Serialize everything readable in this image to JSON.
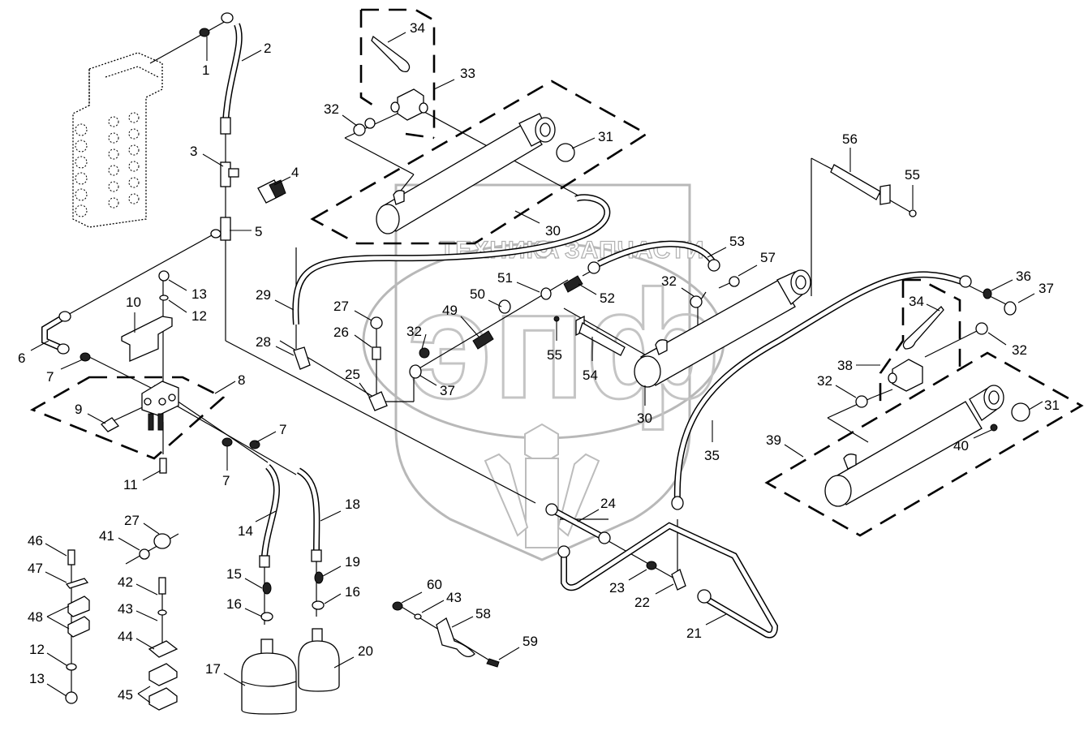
{
  "diagram": {
    "type": "exploded-parts-view",
    "subject": "hydraulic lines, valves and cylinders",
    "watermark": {
      "brand_letters": "эпф",
      "left_text": "ТЕХНИКА",
      "right_text": "ЗАПЧАСТИ",
      "icon": "gear-icon"
    },
    "callouts": [
      {
        "id": "c1",
        "label": "1"
      },
      {
        "id": "c2",
        "label": "2"
      },
      {
        "id": "c3",
        "label": "3"
      },
      {
        "id": "c4",
        "label": "4"
      },
      {
        "id": "c5",
        "label": "5"
      },
      {
        "id": "c6",
        "label": "6"
      },
      {
        "id": "c7a",
        "label": "7"
      },
      {
        "id": "c7b",
        "label": "7"
      },
      {
        "id": "c7c",
        "label": "7"
      },
      {
        "id": "c8",
        "label": "8"
      },
      {
        "id": "c9",
        "label": "9"
      },
      {
        "id": "c10",
        "label": "10"
      },
      {
        "id": "c11",
        "label": "11"
      },
      {
        "id": "c12a",
        "label": "12"
      },
      {
        "id": "c12b",
        "label": "12"
      },
      {
        "id": "c13a",
        "label": "13"
      },
      {
        "id": "c13b",
        "label": "13"
      },
      {
        "id": "c14",
        "label": "14"
      },
      {
        "id": "c15",
        "label": "15"
      },
      {
        "id": "c16a",
        "label": "16"
      },
      {
        "id": "c16b",
        "label": "16"
      },
      {
        "id": "c17",
        "label": "17"
      },
      {
        "id": "c18",
        "label": "18"
      },
      {
        "id": "c19",
        "label": "19"
      },
      {
        "id": "c20",
        "label": "20"
      },
      {
        "id": "c21",
        "label": "21"
      },
      {
        "id": "c22",
        "label": "22"
      },
      {
        "id": "c23",
        "label": "23"
      },
      {
        "id": "c24",
        "label": "24"
      },
      {
        "id": "c25",
        "label": "25"
      },
      {
        "id": "c26",
        "label": "26"
      },
      {
        "id": "c27a",
        "label": "27"
      },
      {
        "id": "c27b",
        "label": "27"
      },
      {
        "id": "c28",
        "label": "28"
      },
      {
        "id": "c29",
        "label": "29"
      },
      {
        "id": "c30a",
        "label": "30"
      },
      {
        "id": "c30b",
        "label": "30"
      },
      {
        "id": "c31a",
        "label": "31"
      },
      {
        "id": "c31b",
        "label": "31"
      },
      {
        "id": "c32a",
        "label": "32"
      },
      {
        "id": "c32b",
        "label": "32"
      },
      {
        "id": "c32c",
        "label": "32"
      },
      {
        "id": "c32d",
        "label": "32"
      },
      {
        "id": "c32e",
        "label": "32"
      },
      {
        "id": "c33",
        "label": "33"
      },
      {
        "id": "c34a",
        "label": "34"
      },
      {
        "id": "c34b",
        "label": "34"
      },
      {
        "id": "c35",
        "label": "35"
      },
      {
        "id": "c36",
        "label": "36"
      },
      {
        "id": "c37a",
        "label": "37"
      },
      {
        "id": "c37b",
        "label": "37"
      },
      {
        "id": "c38",
        "label": "38"
      },
      {
        "id": "c39",
        "label": "39"
      },
      {
        "id": "c40",
        "label": "40"
      },
      {
        "id": "c41",
        "label": "41"
      },
      {
        "id": "c42",
        "label": "42"
      },
      {
        "id": "c43a",
        "label": "43"
      },
      {
        "id": "c43b",
        "label": "43"
      },
      {
        "id": "c44",
        "label": "44"
      },
      {
        "id": "c45",
        "label": "45"
      },
      {
        "id": "c46",
        "label": "46"
      },
      {
        "id": "c47",
        "label": "47"
      },
      {
        "id": "c48",
        "label": "48"
      },
      {
        "id": "c49",
        "label": "49"
      },
      {
        "id": "c50",
        "label": "50"
      },
      {
        "id": "c51",
        "label": "51"
      },
      {
        "id": "c52",
        "label": "52"
      },
      {
        "id": "c53",
        "label": "53"
      },
      {
        "id": "c54",
        "label": "54"
      },
      {
        "id": "c55a",
        "label": "55"
      },
      {
        "id": "c55b",
        "label": "55"
      },
      {
        "id": "c56",
        "label": "56"
      },
      {
        "id": "c57",
        "label": "57"
      },
      {
        "id": "c58",
        "label": "58"
      },
      {
        "id": "c59",
        "label": "59"
      },
      {
        "id": "c60",
        "label": "60"
      }
    ]
  }
}
